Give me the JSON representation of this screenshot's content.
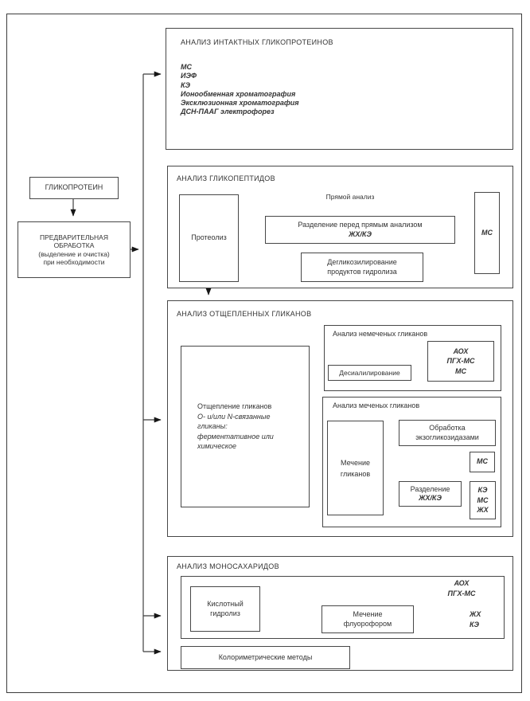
{
  "diagram": {
    "glycoprotein": "ГЛИКОПРОТЕИН",
    "pretreatment": {
      "lines": [
        "ПРЕДВАРИТЕЛЬНАЯ",
        "ОБРАБОТКА",
        "(выделение и очистка)",
        "при необходимости"
      ]
    },
    "section_intact": {
      "title": "АНАЛИЗ ИНТАКТНЫХ ГЛИКОПРОТЕИНОВ",
      "methods": [
        "МС",
        "ИЭФ",
        "КЭ",
        "Ионообменная хроматография",
        "Эксклюзионная хроматография",
        "ДСН-ПААГ электрофорез"
      ]
    },
    "section_glycopeptides": {
      "title": "АНАЛИЗ ГЛИКОПЕПТИДОВ",
      "proteolysis": "Протеолиз",
      "direct_analysis_label": "Прямой анализ",
      "separation_line1": "Разделение перед прямым анализом",
      "separation_line2": "ЖХ/КЭ",
      "deglycosylation_line1": "Дегликозилирование",
      "deglycosylation_line2": "продуктов гидролиза",
      "ms": "МС"
    },
    "section_released_glycans": {
      "title": "АНАЛИЗ ОТЩЕПЛЕННЫХ ГЛИКАНОВ",
      "release_line1": "Отщепление гликанов",
      "release_italic": [
        "O- и/или N-связанные",
        "гликаны:",
        "ферментативное или",
        "химическое"
      ],
      "unlabeled": {
        "title": "Анализ немеченых гликанов",
        "desialylation": "Десиалилирование",
        "methods": [
          "АОХ",
          "ПГХ-МС",
          "МС"
        ]
      },
      "labeled": {
        "title": "Анализ меченых гликанов",
        "labeling_line1": "Мечение",
        "labeling_line2": "гликанов",
        "exoglycosidase_line1": "Обработка",
        "exoglycosidase_line2": "экзогликозидазами",
        "ms": "МС",
        "separation_line1": "Разделение",
        "separation_line2": "ЖХ/КЭ",
        "outputs": [
          "КЭ",
          "МС",
          "ЖХ"
        ]
      }
    },
    "section_monosaccharides": {
      "title": "АНАЛИЗ МОНОСАХАРИДОВ",
      "acid_hydrolysis_line1": "Кислотный",
      "acid_hydrolysis_line2": "гидролиз",
      "fluorophore_line1": "Мечение",
      "fluorophore_line2": "флуорофором",
      "outputs_top": [
        "АОХ",
        "ПГХ-МС"
      ],
      "outputs_right": [
        "ЖХ",
        "КЭ"
      ],
      "colorimetric": "Колориметрические методы"
    }
  }
}
